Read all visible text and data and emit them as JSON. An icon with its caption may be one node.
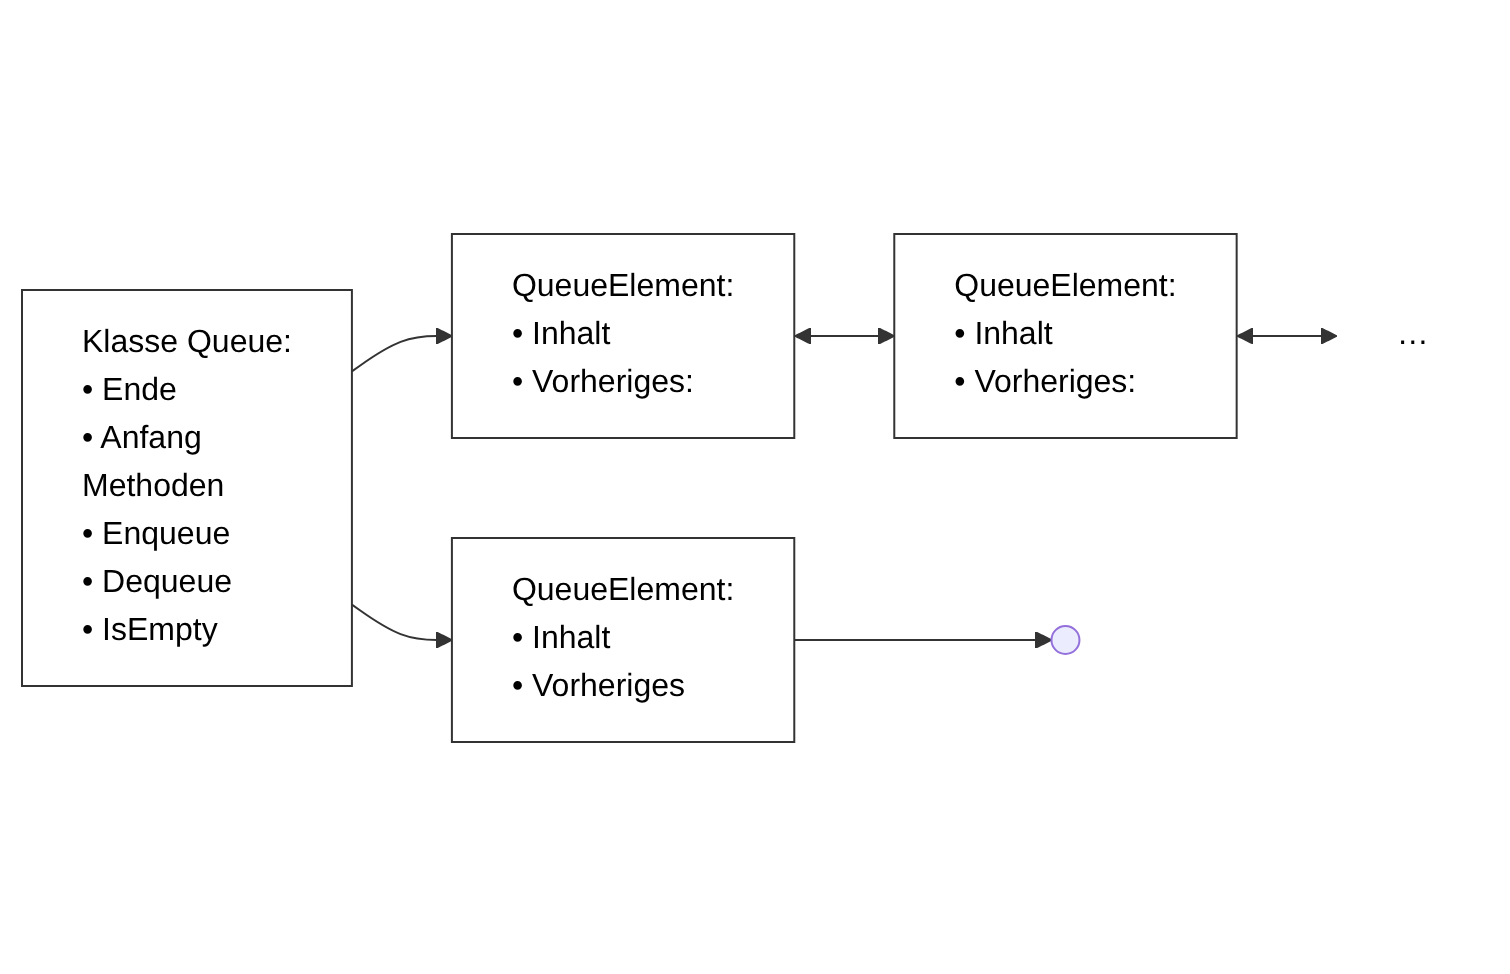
{
  "diagram": {
    "nodes": [
      {
        "text": [
          "Klasse Queue:",
          "• Ende",
          "• Anfang",
          "Methoden",
          "• Enqueue",
          "• Dequeue",
          "• IsEmpty"
        ]
      },
      {
        "text": [
          "QueueElement:",
          "• Inhalt",
          "• Vorheriges:"
        ]
      },
      {
        "text": [
          "QueueElement:",
          "• Inhalt",
          "• Vorheriges:"
        ]
      },
      {
        "text": [
          "…"
        ]
      },
      {
        "text": [
          "QueueElement:",
          "• Inhalt",
          "• Vorheriges"
        ]
      },
      {
        "text": [],
        "shape": "ground"
      }
    ],
    "edges": [
      {
        "from": 0,
        "to": 1,
        "arrow": "to"
      },
      {
        "from": 0,
        "to": 4,
        "arrow": "to"
      },
      {
        "from": 1,
        "to": 2,
        "arrow": "both"
      },
      {
        "from": 2,
        "to": 3,
        "arrow": "both"
      },
      {
        "from": 4,
        "to": 5,
        "arrow": "to"
      }
    ]
  }
}
